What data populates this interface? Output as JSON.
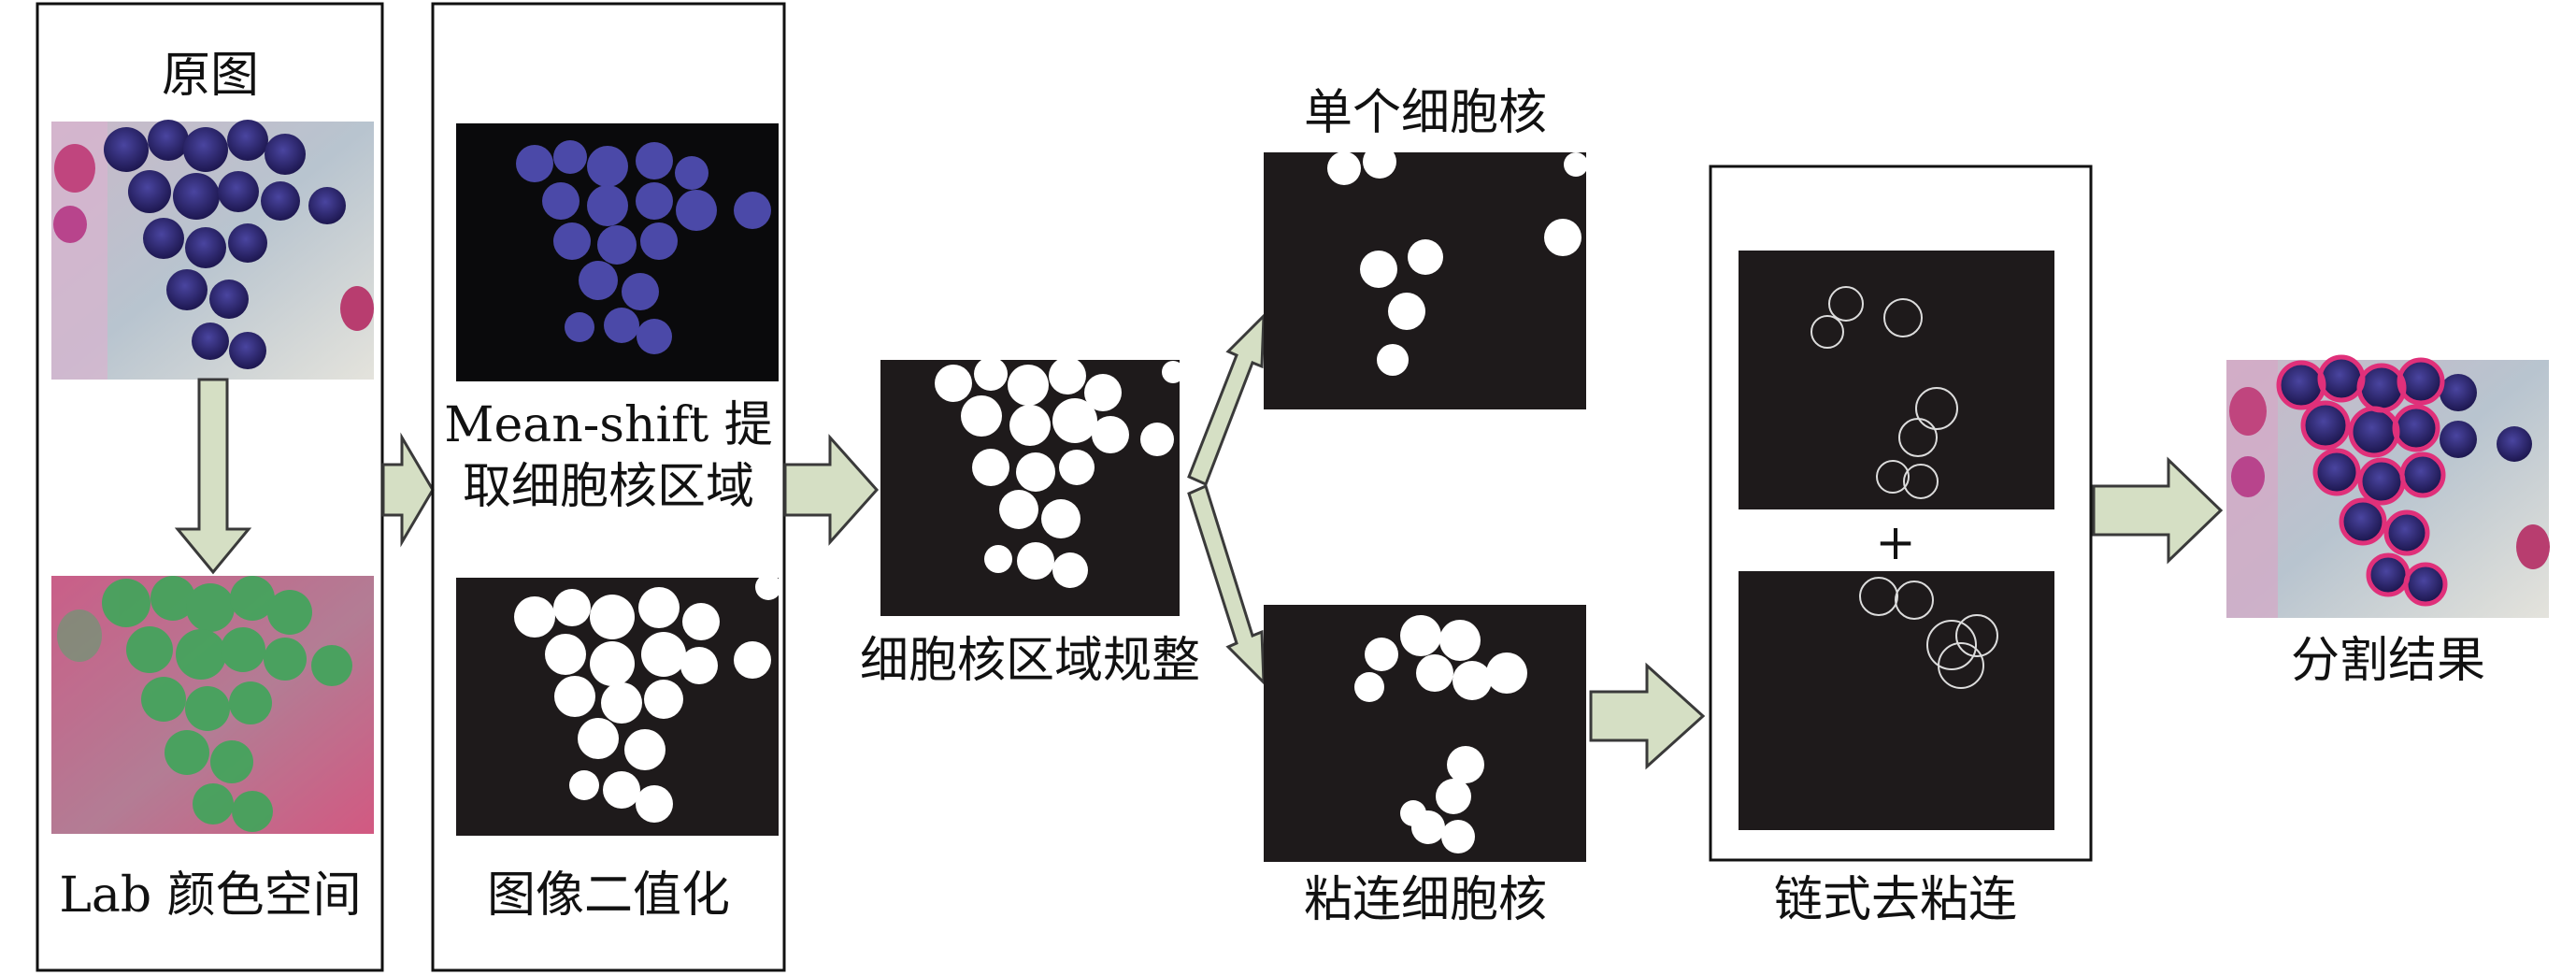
{
  "labels": {
    "original": "原图",
    "lab": "Lab 颜色空间",
    "meanshift_line1": "Mean-shift 提",
    "meanshift_line2": "取细胞核区域",
    "binarize": "图像二值化",
    "normalize": "细胞核区域规整",
    "single": "单个细胞核",
    "clustered": "粘连细胞核",
    "plus": "+",
    "chain": "链式去粘连",
    "result": "分割结果"
  },
  "colors": {
    "arrow_fill": "#d5dfc4",
    "arrow_stroke": "#3a3a3a",
    "panel_bg": "#1e1a1b",
    "nucleus_purple": "#2f2a6e",
    "lab_pink": "#c9507a",
    "lab_green": "#3fa65a",
    "contour_red": "#e0307a"
  }
}
